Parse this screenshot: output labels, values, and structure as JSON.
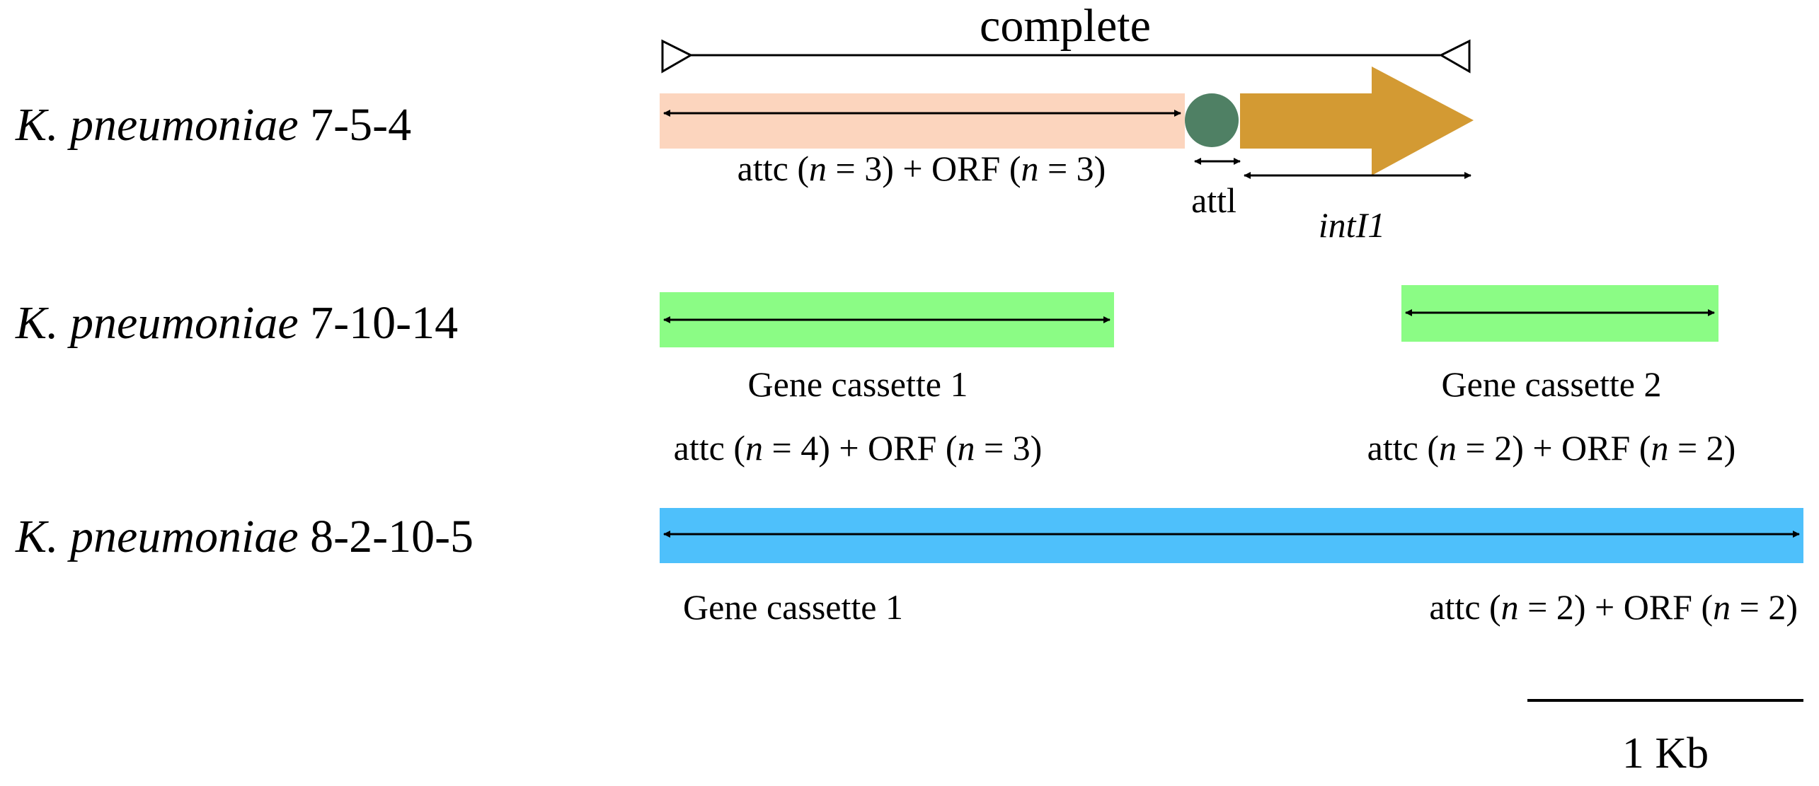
{
  "colors": {
    "salmon": "#fcd5be",
    "attl_circle": "#4f8064",
    "intI1_arrow": "#d39a33",
    "green": "#8bfc85",
    "blue": "#4ec0fb"
  },
  "rows": [
    {
      "strain_genus": "K.",
      "strain_species": "pneumoniae",
      "strain_id": "7-5-4",
      "top_label": "complete",
      "region_pre": "attc (",
      "region_n1": "n",
      "region_mid": " = 3) + ORF (",
      "region_n2": "n",
      "region_post": " = 3)",
      "attl_label": "attl",
      "gene_label": "intI1"
    },
    {
      "strain_genus": "K.",
      "strain_species": "pneumoniae",
      "strain_id": "7-10-14",
      "cassettes": [
        {
          "title": "Gene cassette 1",
          "pre": "attc (",
          "n1": "n",
          "mid": " = 4) + ORF (",
          "n2": "n",
          "post": " = 3)"
        },
        {
          "title": "Gene cassette 2",
          "pre": "attc (",
          "n1": "n",
          "mid": " = 2) + ORF (",
          "n2": "n",
          "post": " = 2)"
        }
      ]
    },
    {
      "strain_genus": "K.",
      "strain_species": "pneumoniae",
      "strain_id": "8-2-10-5",
      "cassette_title": "Gene cassette 1",
      "pre": "attc (",
      "n1": "n",
      "mid": " = 2) + ORF (",
      "n2": "n",
      "post": " = 2)"
    }
  ],
  "scale_bar": {
    "label": "1 Kb"
  }
}
